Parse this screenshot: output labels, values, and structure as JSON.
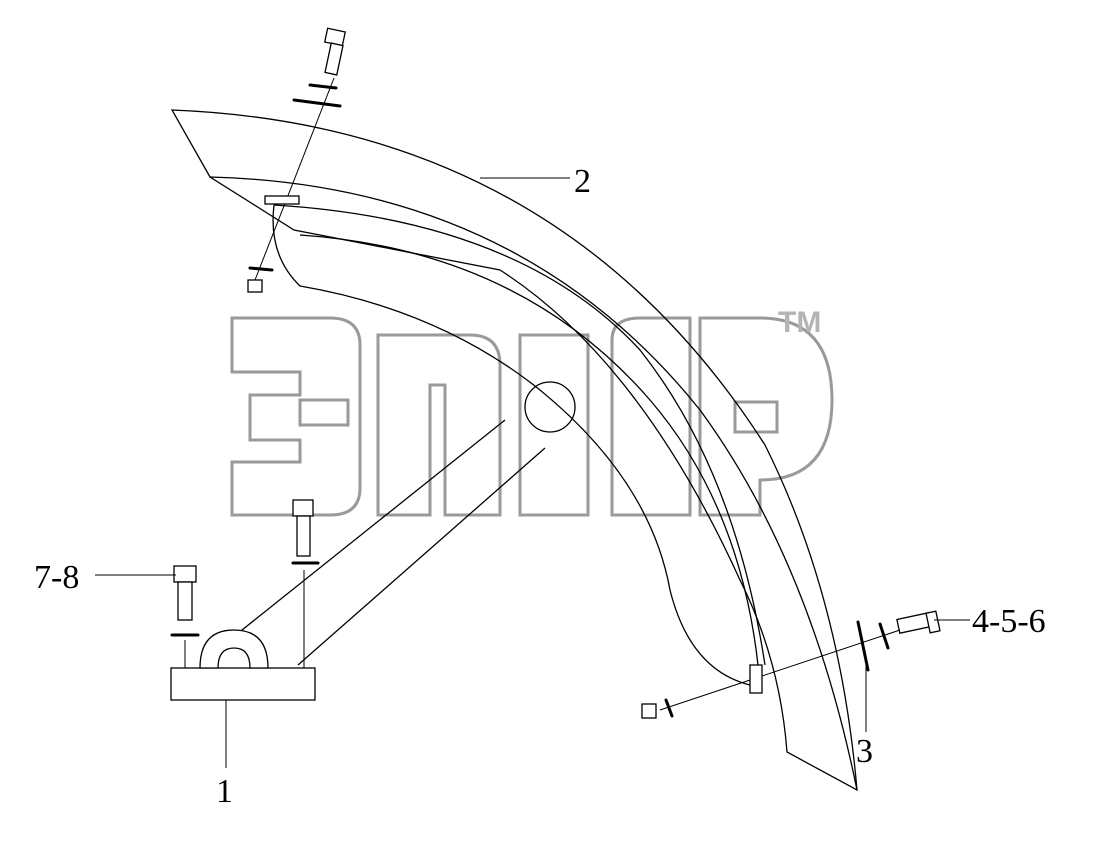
{
  "labels": {
    "item_1": "1",
    "item_2": "2",
    "item_3": "3",
    "item_4_5_6": "4-5-6",
    "item_7_8": "7-8"
  },
  "watermark": {
    "mark": "TM"
  }
}
